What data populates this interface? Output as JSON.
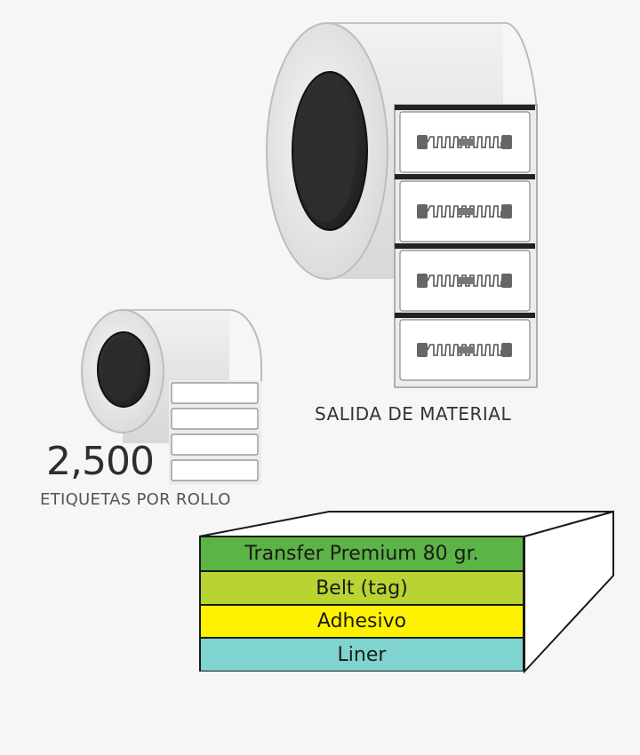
{
  "roll_large": {
    "output_label": "SALIDA DE MATERIAL",
    "label_count": 4,
    "label_art": "rfid-antenna-icon"
  },
  "roll_small": {
    "count": "2,500",
    "count_label": "ETIQUETAS POR ROLLO",
    "label_count": 4
  },
  "layers": [
    {
      "name": "Transfer Premium 80 gr.",
      "color": "#5cb346"
    },
    {
      "name": "Belt (tag)",
      "color": "#b8d432"
    },
    {
      "name": "Adhesivo",
      "color": "#fff200"
    },
    {
      "name": "Liner",
      "color": "#7fd4cf"
    }
  ],
  "colors": {
    "roll_body": "#e4e4e4",
    "core": "#2b2b2b",
    "label_face": "#ffffff",
    "outline": "#1a1a1a"
  }
}
